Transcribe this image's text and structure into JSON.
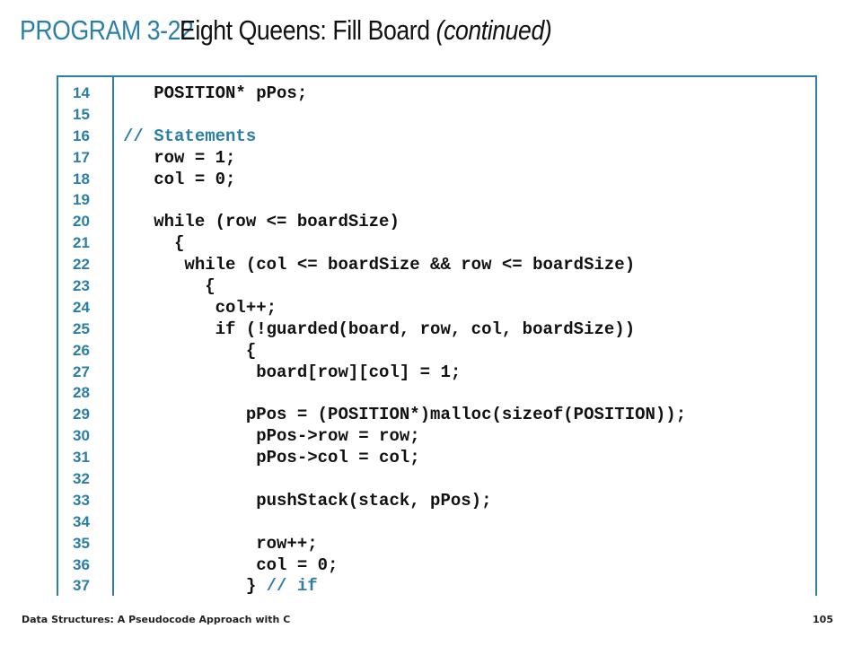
{
  "header": {
    "program_label": "PROGRAM 3-22",
    "title": "Eight Queens: Fill Board",
    "title_suffix": "(continued)"
  },
  "code": {
    "lines": [
      {
        "number": "14",
        "text": "   POSITION* pPos;"
      },
      {
        "number": "15",
        "text": ""
      },
      {
        "number": "16",
        "text": "// Statements",
        "comment": true
      },
      {
        "number": "17",
        "text": "   row = 1;"
      },
      {
        "number": "18",
        "text": "   col = 0;"
      },
      {
        "number": "19",
        "text": ""
      },
      {
        "number": "20",
        "text": "   while (row <= boardSize)"
      },
      {
        "number": "21",
        "text": "     {"
      },
      {
        "number": "22",
        "text": "      while (col <= boardSize && row <= boardSize)"
      },
      {
        "number": "23",
        "text": "        {"
      },
      {
        "number": "24",
        "text": "         col++;"
      },
      {
        "number": "25",
        "text": "         if (!guarded(board, row, col, boardSize))"
      },
      {
        "number": "26",
        "text": "            {"
      },
      {
        "number": "27",
        "text": "             board[row][col] = 1;"
      },
      {
        "number": "28",
        "text": ""
      },
      {
        "number": "29",
        "text": "            pPos = (POSITION*)malloc(sizeof(POSITION));"
      },
      {
        "number": "30",
        "text": "             pPos->row = row;"
      },
      {
        "number": "31",
        "text": "             pPos->col = col;"
      },
      {
        "number": "32",
        "text": ""
      },
      {
        "number": "33",
        "text": "             pushStack(stack, pPos);"
      },
      {
        "number": "34",
        "text": ""
      },
      {
        "number": "35",
        "text": "             row++;"
      },
      {
        "number": "36",
        "text": "             col = 0;"
      },
      {
        "number": "37",
        "text": "            } ",
        "tail_comment": "// if"
      }
    ]
  },
  "footer": {
    "book_title": "Data Structures: A Pseudocode Approach with C",
    "page_number": "105"
  },
  "colors": {
    "accent": "#2a7fa6",
    "text": "#111111"
  }
}
